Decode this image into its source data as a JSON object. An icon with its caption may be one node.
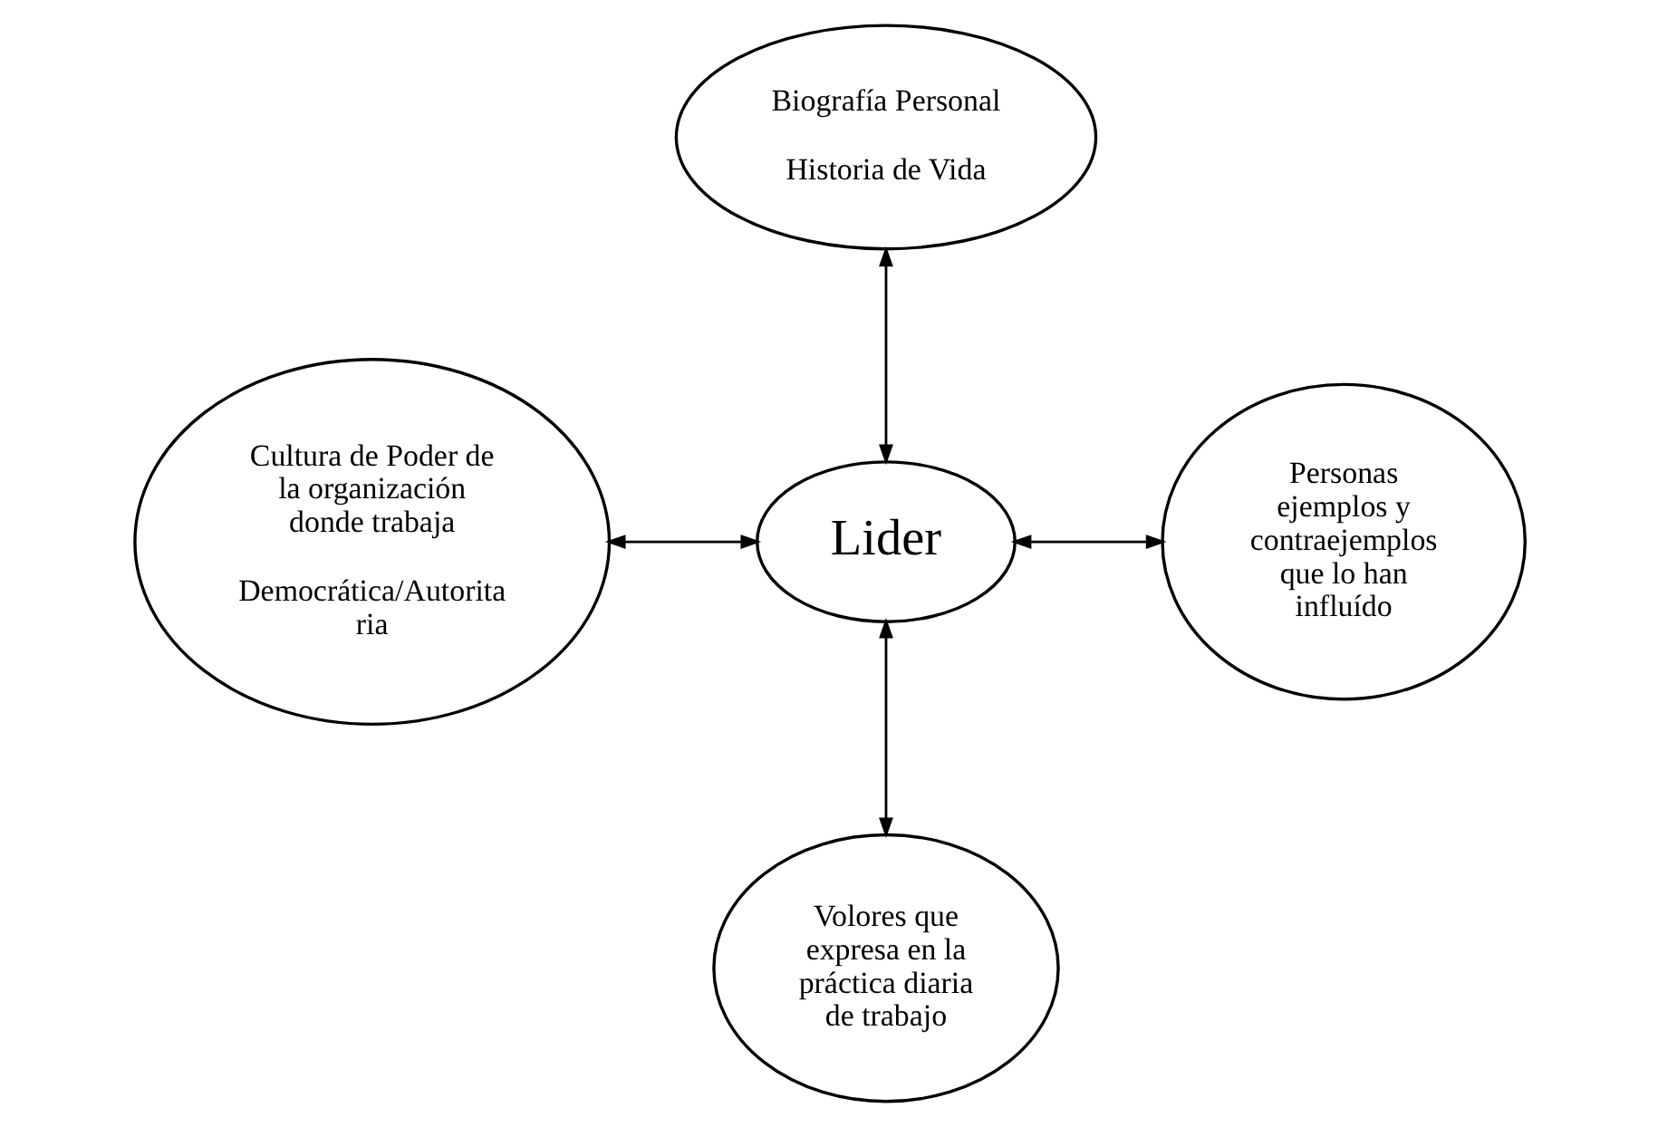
{
  "diagram": {
    "nodes": [
      {
        "text": [
          "Biografía Personal",
          "Historia de Vida"
        ]
      },
      {
        "text": [
          "Cultura de Poder de la organización donde trabaja",
          "Democrática/Autoritaria"
        ]
      },
      {
        "text": [
          "Lider"
        ]
      },
      {
        "text": [
          "Personas ejemplos y contraejemplos que lo han influído"
        ]
      },
      {
        "text": [
          "Volores que expresa en la práctica diaria de trabajo"
        ]
      }
    ],
    "edges": [
      {
        "from": 0,
        "to": 2,
        "arrow": "both"
      },
      {
        "from": 1,
        "to": 2,
        "arrow": "both"
      },
      {
        "from": 2,
        "to": 3,
        "arrow": "both"
      },
      {
        "from": 2,
        "to": 4,
        "arrow": "both"
      }
    ]
  }
}
